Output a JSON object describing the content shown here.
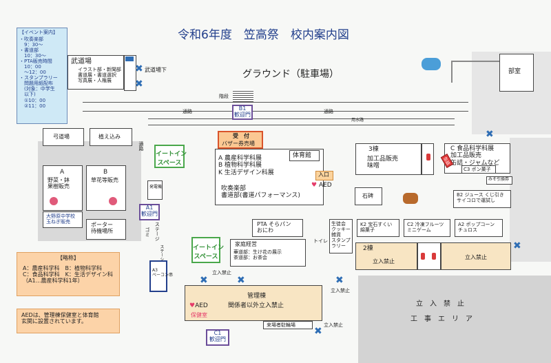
{
  "title": "令和6年度　笠高祭　校内案内図",
  "event_info": {
    "heading": "【イベント案内】",
    "lines": [
      "・吹奏楽部",
      "　9：30～",
      "・書道部",
      "　10：30～",
      "・PTA販売時間",
      "　10：00",
      "　～12：00",
      "・スタンプラリー",
      "　問題用紙配布",
      "　(対象：中学生",
      "　以下)",
      "　①10：00",
      "　②11：00"
    ]
  },
  "areas": {
    "budojo": {
      "title": "武道場",
      "lines": [
        "イラスト部・新聞部",
        "書道展・書道選択",
        "写真展・人権展"
      ]
    },
    "budojo_down": "武道場下",
    "ground": "グラウンド（駐車場）",
    "bushitsu": "部室",
    "kaidan": "階段",
    "kyudojo": "弓道場",
    "uekomi": "植え込み",
    "tsuro": "通路",
    "yobunro": "用水路",
    "kenjo": "石碑"
  },
  "gates": {
    "b1": {
      "code": "B1",
      "label": "歓迎門"
    },
    "a1": {
      "code": "A1",
      "label": "歓迎門"
    },
    "c1": {
      "code": "C1",
      "label": "歓迎門"
    },
    "a3": "A3\nベーコン串"
  },
  "uketsuke": {
    "line1": "受　付",
    "line2": "バザー券売場"
  },
  "eat_in": "イートイン\nスペース",
  "gym_block": {
    "lines": [
      "A 農産科学科展",
      "B 植物科学科展",
      "K 生活デザイン科展"
    ],
    "gym": "体育館",
    "entrance": "入口",
    "aed": "AED",
    "perf": [
      "吹奏楽部",
      "書道部(書道パフォーマンス)"
    ]
  },
  "stall_a": {
    "code": "A",
    "lines": [
      "野菜・鉢",
      "果樹販売"
    ]
  },
  "stall_b": {
    "code": "B",
    "lines": [
      "草花等販売"
    ]
  },
  "onuma": "大野原中学校\n玉ねぎ販売",
  "porter": "ポーター\n待機場所",
  "shoku": {
    "code": "3棟",
    "lines": [
      "加工品販売",
      "味噌"
    ]
  },
  "c_block": {
    "lines": [
      "C 食品科学科展",
      "加工品販売",
      "缶詰・ジャムなど"
    ],
    "c3": "C3 ポン菓子"
  },
  "miso": "みそ引換券",
  "b2": "B2 ジュース くじ引き\nサイコロで運試し",
  "pta": "PTA そらパン\nおにわ",
  "seito": "生徒会\nクッキー\n雑貨\nスタンプ\nラリー",
  "k2": "K2 宝石すくい\n綿菓子",
  "c2": "C2 冷凍フルーツ\nミニゲーム",
  "a2": "A2 ポップコーン\nチュロス",
  "kasei": {
    "title": "家庭経営",
    "lines": [
      "華道部：生け花の展示",
      "茶道部：お茶会"
    ]
  },
  "nisou": "2棟",
  "tachiiri": "立入禁止",
  "stage": "ステージ",
  "gomi": "ゴミ",
  "station": "ステーション",
  "hatsuden": "発電機",
  "kanri": {
    "title": "管理棟",
    "sub": "関係者以外立入禁止",
    "aed": "AED",
    "hoken": "保健室"
  },
  "koji": {
    "line1": "立　入　禁　止",
    "line2": "工　事　エ　リ　ア"
  },
  "parking": "来場者駐輪場",
  "legend": {
    "heading": "【略称】",
    "lines": [
      "A：農産科学科　B：植物科学科",
      "C：食品科学科　K：生活デザイン科",
      "（A1…農産科学科1年）"
    ]
  },
  "aed_note": "AEDは、管理棟保健室と体育館\n玄関に設置されています。",
  "toilet": "トイレ",
  "colors": {
    "purple": "#6a4d99",
    "green": "#49a74a",
    "orange": "#f4a35a",
    "beige": "#f8e5c3",
    "gray": "#dadada",
    "hatch": "#c9c9c9",
    "blue": "#2e6db4",
    "lightblue": "#cde9f7"
  }
}
